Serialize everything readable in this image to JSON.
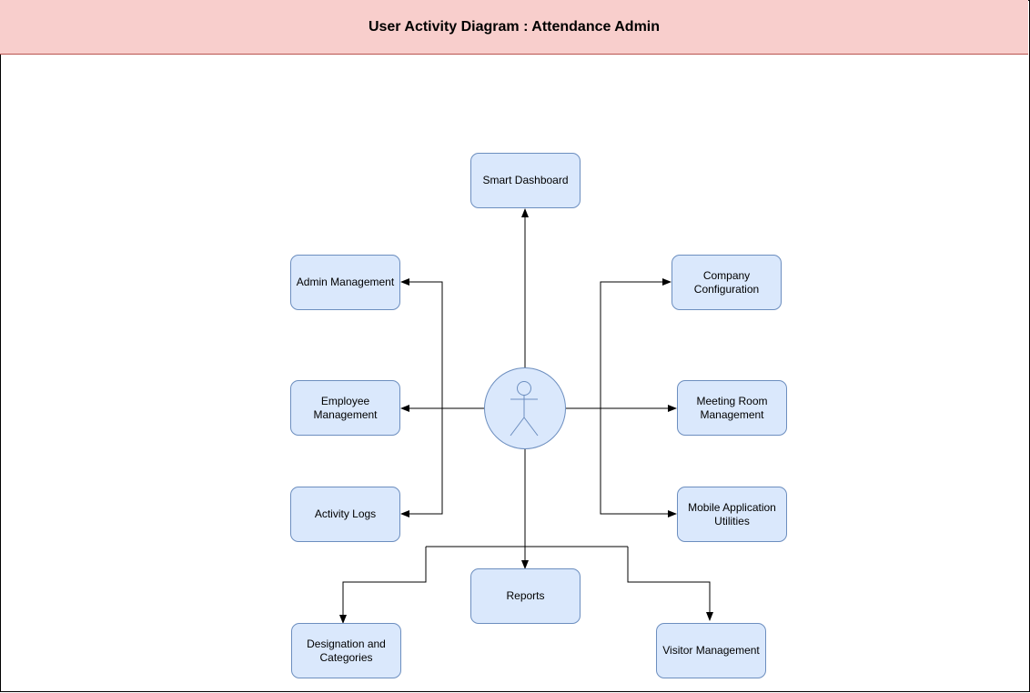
{
  "header": {
    "title": "User Activity Diagram : Attendance Admin"
  },
  "colors": {
    "header_fill": "#f8cecc",
    "header_border": "#b85450",
    "node_fill": "#dae8fc",
    "node_border": "#6c8ebf"
  },
  "actor": {
    "icon": "stick-figure-actor-icon"
  },
  "nodes": {
    "smart_dashboard": "Smart Dashboard",
    "admin_management": "Admin Management",
    "employee_management": "Employee Management",
    "activity_logs": "Activity Logs",
    "company_configuration": "Company Configuration",
    "meeting_room_management": "Meeting Room Management",
    "mobile_application_utilities": "Mobile Application Utilities",
    "reports": "Reports",
    "designation_and_categories": "Designation and Categories",
    "visitor_management": "Visitor Management"
  }
}
